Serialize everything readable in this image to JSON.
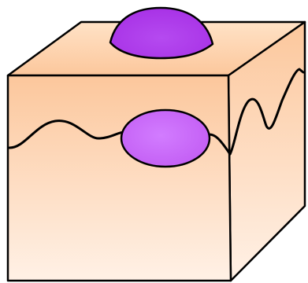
{
  "diagram": {
    "subject": "cuboidal cell",
    "parts": [
      "top-face",
      "front-face",
      "side-face",
      "surface-nucleus",
      "inner-nucleus",
      "membrane-boundary-line"
    ],
    "colors": {
      "face_top": "#fcc79c",
      "face_bottom": "#fff1e6",
      "outline": "#000000",
      "nucleus_top": "#a832e6",
      "nucleus_inner": "#c35ef4",
      "background": "#ffffff"
    }
  }
}
